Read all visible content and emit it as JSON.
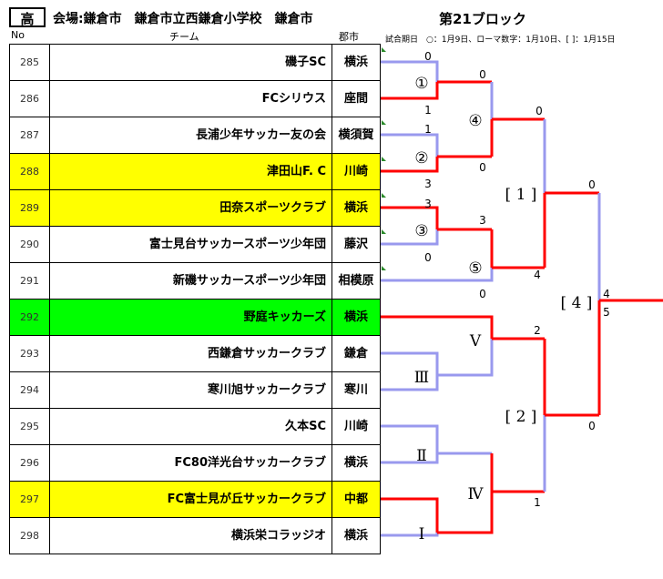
{
  "header": {
    "grade": "高",
    "venue": "会場:鎌倉市　鎌倉市立西鎌倉小学校　鎌倉市",
    "block": "第21ブロック"
  },
  "columns": {
    "no": "No",
    "team": "チーム",
    "city": "郡市"
  },
  "note": "試合期日　○：1月9日、ローマ数字：1月10日、[ ]：1月15日",
  "rows": [
    {
      "no": "285",
      "team": "磯子SC",
      "city": "横浜",
      "hl": ""
    },
    {
      "no": "286",
      "team": "FCシリウス",
      "city": "座間",
      "hl": ""
    },
    {
      "no": "287",
      "team": "長浦少年サッカー友の会",
      "city": "横須賀",
      "hl": ""
    },
    {
      "no": "288",
      "team": "津田山F. C",
      "city": "川崎",
      "hl": "yellow"
    },
    {
      "no": "289",
      "team": "田奈スポーツクラブ",
      "city": "横浜",
      "hl": "yellow"
    },
    {
      "no": "290",
      "team": "富士見台サッカースポーツ少年団",
      "city": "藤沢",
      "hl": ""
    },
    {
      "no": "291",
      "team": "新磯サッカースポーツ少年団",
      "city": "相模原",
      "hl": ""
    },
    {
      "no": "292",
      "team": "野庭キッカーズ",
      "city": "横浜",
      "hl": "green"
    },
    {
      "no": "293",
      "team": "西鎌倉サッカークラブ",
      "city": "鎌倉",
      "hl": ""
    },
    {
      "no": "294",
      "team": "寒川旭サッカークラブ",
      "city": "寒川",
      "hl": ""
    },
    {
      "no": "295",
      "team": "久本SC",
      "city": "川崎",
      "hl": ""
    },
    {
      "no": "296",
      "team": "FC80洋光台サッカークラブ",
      "city": "横浜",
      "hl": ""
    },
    {
      "no": "297",
      "team": "FC富士見が丘サッカークラブ",
      "city": "中都",
      "hl": "yellow"
    },
    {
      "no": "298",
      "team": "横浜栄コラッジオ",
      "city": "横浜",
      "hl": ""
    }
  ],
  "bracket": {
    "labels": {
      "m1": "①",
      "m2": "②",
      "m3": "③",
      "m4": "④",
      "m5": "⑤",
      "r1": "Ⅰ",
      "r2": "Ⅱ",
      "r3": "Ⅲ",
      "r4": "Ⅳ",
      "r5": "Ⅴ",
      "q1": "[ 1 ]",
      "q2": "[ 2 ]",
      "q4": "[ 4 ]"
    },
    "scores": {
      "s1a": "0",
      "s1b": "1",
      "s2a": "1",
      "s2b": "3",
      "s3a": "3",
      "s3b": "0",
      "s4a": "0",
      "s4b": "0",
      "s5a": "3",
      "s5b": "4",
      "s6a": "0",
      "s6b": "0",
      "s7a": "2",
      "s7b": "1",
      "s8a": "0",
      "s8b": "4",
      "s8c": "5",
      "s5c": "0"
    }
  },
  "colors": {
    "winner": "#ff0000",
    "loser": "#9999ee",
    "yellow": "#ffff00",
    "green": "#00ff00"
  }
}
